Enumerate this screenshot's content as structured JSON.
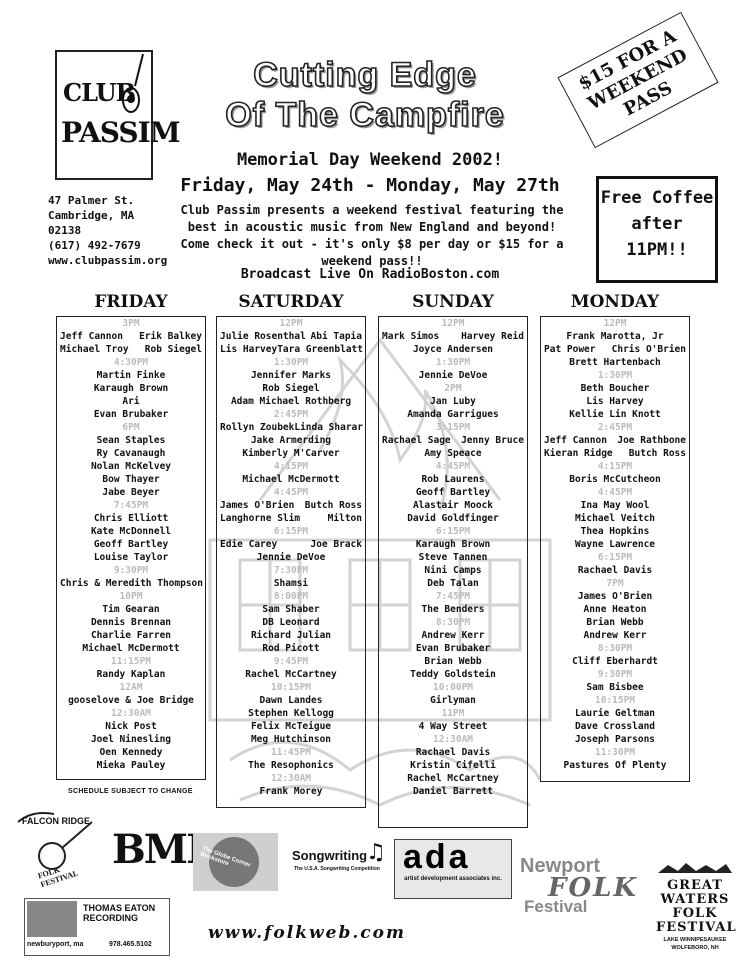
{
  "header": {
    "club_name_1": "CLUB",
    "club_name_2": "PASSIM",
    "address": [
      "47 Palmer St.",
      "Cambridge, MA",
      "02138",
      "(617) 492-7679",
      "www.clubpassim.org"
    ],
    "title_1": "Cutting Edge",
    "title_2": "Of The Campfire",
    "subtitle_1": "Memorial Day Weekend 2002!",
    "subtitle_2": "Friday, May 24th - Monday, May 27th",
    "intro": "Club Passim presents a weekend festival featuring the best in acoustic music from New England and beyond! Come check it out - it's only $8 per day or $15 for a weekend pass!!",
    "broadcast": "Broadcast Live On RadioBoston.com",
    "pass_1": "$15 FOR A",
    "pass_2": "WEEKEND",
    "pass_3": "PASS",
    "coffee_1": "Free Coffee",
    "coffee_2": "after",
    "coffee_3": "11PM!!"
  },
  "days": [
    {
      "name": "FRIDAY",
      "lines": [
        {
          "t": "time",
          "text": "3PM"
        },
        {
          "t": "pair",
          "a": "Jeff Cannon",
          "b": "Erik Balkey"
        },
        {
          "t": "pair",
          "a": "Michael Troy",
          "b": "Rob Siegel"
        },
        {
          "t": "time",
          "text": "4:30PM"
        },
        {
          "t": "c",
          "text": "Martin Finke"
        },
        {
          "t": "c",
          "text": "Karaugh Brown"
        },
        {
          "t": "c",
          "text": "Ari"
        },
        {
          "t": "c",
          "text": "Evan Brubaker"
        },
        {
          "t": "time",
          "text": "6PM"
        },
        {
          "t": "c",
          "text": "Sean Staples"
        },
        {
          "t": "c",
          "text": "Ry Cavanaugh"
        },
        {
          "t": "c",
          "text": "Nolan McKelvey"
        },
        {
          "t": "c",
          "text": "Bow Thayer"
        },
        {
          "t": "c",
          "text": "Jabe Beyer"
        },
        {
          "t": "time",
          "text": "7:45PM"
        },
        {
          "t": "c",
          "text": "Chris Elliott"
        },
        {
          "t": "c",
          "text": "Kate McDonnell"
        },
        {
          "t": "c",
          "text": "Geoff Bartley"
        },
        {
          "t": "c",
          "text": "Louise Taylor"
        },
        {
          "t": "time",
          "text": "9:30PM"
        },
        {
          "t": "c",
          "text": "Chris & Meredith Thompson"
        },
        {
          "t": "time",
          "text": "10PM"
        },
        {
          "t": "c",
          "text": "Tim Gearan"
        },
        {
          "t": "c",
          "text": "Dennis Brennan"
        },
        {
          "t": "c",
          "text": "Charlie Farren"
        },
        {
          "t": "c",
          "text": "Michael McDermott"
        },
        {
          "t": "time",
          "text": "11:15PM"
        },
        {
          "t": "c",
          "text": "Randy Kaplan"
        },
        {
          "t": "time",
          "text": "12AM"
        },
        {
          "t": "c",
          "text": "gooselove & Joe Bridge"
        },
        {
          "t": "time",
          "text": "12:30AM"
        },
        {
          "t": "c",
          "text": "Nick Post"
        },
        {
          "t": "c",
          "text": "Joel Ninesling"
        },
        {
          "t": "c",
          "text": "Oen Kennedy"
        },
        {
          "t": "c",
          "text": "Mieka Pauley"
        }
      ]
    },
    {
      "name": "SATURDAY",
      "lines": [
        {
          "t": "time",
          "text": "12PM"
        },
        {
          "t": "pair",
          "a": "Julie Rosenthal",
          "b": "Abi Tapia"
        },
        {
          "t": "pair",
          "a": "Lis Harvey",
          "b": "Tara Greenblatt"
        },
        {
          "t": "time",
          "text": "1:30PM"
        },
        {
          "t": "c",
          "text": "Jennifer Marks"
        },
        {
          "t": "c",
          "text": "Rob Siegel"
        },
        {
          "t": "c",
          "text": "Adam Michael Rothberg"
        },
        {
          "t": "time",
          "text": "2:45PM"
        },
        {
          "t": "pair",
          "a": "Rollyn Zoubek",
          "b": "Linda Sharar"
        },
        {
          "t": "c",
          "text": "Jake Armerding"
        },
        {
          "t": "c",
          "text": "Kimberly M'Carver"
        },
        {
          "t": "time",
          "text": "4:15PM"
        },
        {
          "t": "c",
          "text": "Michael McDermott"
        },
        {
          "t": "time",
          "text": "4:45PM"
        },
        {
          "t": "pair",
          "a": "James O'Brien",
          "b": "Butch Ross"
        },
        {
          "t": "pair",
          "a": "Langhorne Slim",
          "b": "Milton"
        },
        {
          "t": "time",
          "text": "6:15PM"
        },
        {
          "t": "pair",
          "a": "Edie Carey",
          "b": "Joe Brack"
        },
        {
          "t": "c",
          "text": "Jennie DeVoe"
        },
        {
          "t": "time",
          "text": "7:30PM"
        },
        {
          "t": "c",
          "text": "Shamsi"
        },
        {
          "t": "time",
          "text": "8:00PM"
        },
        {
          "t": "c",
          "text": "Sam Shaber"
        },
        {
          "t": "c",
          "text": "DB Leonard"
        },
        {
          "t": "c",
          "text": "Richard Julian"
        },
        {
          "t": "c",
          "text": "Rod Picott"
        },
        {
          "t": "time",
          "text": "9:45PM"
        },
        {
          "t": "c",
          "text": "Rachel McCartney"
        },
        {
          "t": "time",
          "text": "10:15PM"
        },
        {
          "t": "c",
          "text": "Dawn Landes"
        },
        {
          "t": "c",
          "text": "Stephen Kellogg"
        },
        {
          "t": "c",
          "text": "Felix McTeigue"
        },
        {
          "t": "c",
          "text": "Meg Hutchinson"
        },
        {
          "t": "time",
          "text": "11:45PM"
        },
        {
          "t": "c",
          "text": "The Resophonics"
        },
        {
          "t": "time",
          "text": "12:30AM"
        },
        {
          "t": "c",
          "text": "Frank Morey"
        }
      ]
    },
    {
      "name": "SUNDAY",
      "lines": [
        {
          "t": "time",
          "text": "12PM"
        },
        {
          "t": "pair",
          "a": "Mark Simos",
          "b": "Harvey Reid"
        },
        {
          "t": "c",
          "text": "Joyce Andersen"
        },
        {
          "t": "time",
          "text": "1:30PM"
        },
        {
          "t": "c",
          "text": "Jennie DeVoe"
        },
        {
          "t": "time",
          "text": "2PM"
        },
        {
          "t": "c",
          "text": "Jan Luby"
        },
        {
          "t": "c",
          "text": "Amanda Garrigues"
        },
        {
          "t": "time",
          "text": "3:15PM"
        },
        {
          "t": "pair",
          "a": "Rachael Sage",
          "b": "Jenny Bruce"
        },
        {
          "t": "c",
          "text": "Amy Speace"
        },
        {
          "t": "time",
          "text": "4:45PM"
        },
        {
          "t": "c",
          "text": "Rob Laurens"
        },
        {
          "t": "c",
          "text": "Geoff Bartley"
        },
        {
          "t": "c",
          "text": "Alastair Moock"
        },
        {
          "t": "c",
          "text": "David Goldfinger"
        },
        {
          "t": "time",
          "text": "6:15PM"
        },
        {
          "t": "c",
          "text": "Karaugh Brown"
        },
        {
          "t": "c",
          "text": "Steve Tannen"
        },
        {
          "t": "c",
          "text": "Nini Camps"
        },
        {
          "t": "c",
          "text": "Deb Talan"
        },
        {
          "t": "time",
          "text": "7:45PM"
        },
        {
          "t": "c",
          "text": "The Benders"
        },
        {
          "t": "time",
          "text": "8:30PM"
        },
        {
          "t": "c",
          "text": "Andrew Kerr"
        },
        {
          "t": "c",
          "text": "Evan Brubaker"
        },
        {
          "t": "c",
          "text": "Brian Webb"
        },
        {
          "t": "c",
          "text": "Teddy Goldstein"
        },
        {
          "t": "time",
          "text": "10:00PM"
        },
        {
          "t": "c",
          "text": "Girlyman"
        },
        {
          "t": "time",
          "text": "11PM"
        },
        {
          "t": "c",
          "text": "4 Way Street"
        },
        {
          "t": "time",
          "text": "12:30AM"
        },
        {
          "t": "c",
          "text": "Rachael Davis"
        },
        {
          "t": "c",
          "text": "Kristin Cifelli"
        },
        {
          "t": "c",
          "text": "Rachel McCartney"
        },
        {
          "t": "c",
          "text": "Daniel Barrett"
        }
      ]
    },
    {
      "name": "MONDAY",
      "lines": [
        {
          "t": "time",
          "text": "12PM"
        },
        {
          "t": "c",
          "text": "Frank Marotta, Jr"
        },
        {
          "t": "pair",
          "a": "Pat Power",
          "b": "Chris O'Brien"
        },
        {
          "t": "c",
          "text": "Brett Hartenbach"
        },
        {
          "t": "time",
          "text": "1:30PM"
        },
        {
          "t": "c",
          "text": "Beth Boucher"
        },
        {
          "t": "c",
          "text": "Lis Harvey"
        },
        {
          "t": "c",
          "text": "Kellie Lin Knott"
        },
        {
          "t": "time",
          "text": "2:45PM"
        },
        {
          "t": "pair",
          "a": "Jeff Cannon",
          "b": "Joe Rathbone"
        },
        {
          "t": "pair",
          "a": "Kieran Ridge",
          "b": "Butch Ross"
        },
        {
          "t": "time",
          "text": "4:15PM"
        },
        {
          "t": "c",
          "text": "Boris McCutcheon"
        },
        {
          "t": "time",
          "text": "4:45PM"
        },
        {
          "t": "c",
          "text": "Ina May Wool"
        },
        {
          "t": "c",
          "text": "Michael Veitch"
        },
        {
          "t": "c",
          "text": "Thea Hopkins"
        },
        {
          "t": "c",
          "text": "Wayne Lawrence"
        },
        {
          "t": "time",
          "text": "6:15PM"
        },
        {
          "t": "c",
          "text": "Rachael Davis"
        },
        {
          "t": "time",
          "text": "7PM"
        },
        {
          "t": "c",
          "text": "James O'Brien"
        },
        {
          "t": "c",
          "text": "Anne Heaton"
        },
        {
          "t": "c",
          "text": "Brian Webb"
        },
        {
          "t": "c",
          "text": "Andrew Kerr"
        },
        {
          "t": "time",
          "text": "8:30PM"
        },
        {
          "t": "c",
          "text": "Cliff Eberhardt"
        },
        {
          "t": "time",
          "text": "9:30PM"
        },
        {
          "t": "c",
          "text": "Sam Bisbee"
        },
        {
          "t": "time",
          "text": "10:15PM"
        },
        {
          "t": "c",
          "text": "Laurie Geltman"
        },
        {
          "t": "c",
          "text": "Dave Crossland"
        },
        {
          "t": "c",
          "text": "Joseph Parsons"
        },
        {
          "t": "time",
          "text": "11:30PM"
        },
        {
          "t": "c",
          "text": "Pastures Of Plenty"
        }
      ]
    }
  ],
  "schedule_note": "SCHEDULE SUBJECT TO CHANGE",
  "sponsors": {
    "falcon_1": "FALCON RIDGE",
    "falcon_2": "FOLK FESTIVAL",
    "bmi": "BMI",
    "globe": "The Globe Corner Bookstore",
    "song_1": "Songwriting",
    "song_2": "The U.S.A. Songwriting Competition",
    "ada": "ada",
    "ada_sub": "artist development associates inc.",
    "newport_1": "Newport",
    "newport_2": "FOLK",
    "newport_3": "Festival",
    "gw_1": "GREAT",
    "gw_2": "WATERS",
    "gw_3": "FOLK",
    "gw_4": "FESTIVAL",
    "gw_5": "LAKE WINNIPESAUKEE",
    "gw_6": "WOLFEBORO, NH",
    "eaton_name": "THOMAS EATON RECORDING",
    "eaton_loc": "newburyport, ma",
    "eaton_phone": "978.465.5102",
    "website": "www.folkweb.com"
  }
}
